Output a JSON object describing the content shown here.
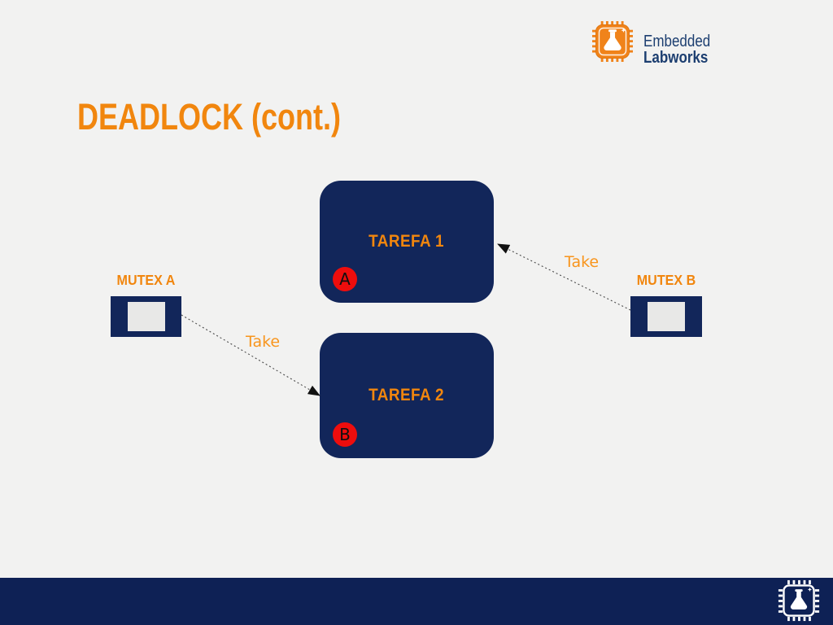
{
  "slide": {
    "title": "DEADLOCK (cont.)",
    "colors": {
      "bg": "#f2f2f1",
      "navy": "#12265a",
      "navy-footer": "#0e2155",
      "orange": "#f1860e",
      "orange-take": "#f8951d",
      "logo-navy": "#1c3e70",
      "logo-orange": "#f0831a",
      "red": "#ee0d0d",
      "mutex-inner": "#e8e8e7",
      "line": "#4a4a4a"
    }
  },
  "logo": {
    "line1": "Embedded",
    "line2": "Labworks"
  },
  "diagram": {
    "tasks": [
      {
        "label": "TAREFA 1",
        "badge": "A"
      },
      {
        "label": "TAREFA 2",
        "badge": "B"
      }
    ],
    "mutexes": [
      {
        "label": "MUTEX A"
      },
      {
        "label": "MUTEX B"
      }
    ],
    "edges": [
      {
        "label": "Take",
        "from": "MUTEX B",
        "to": "TAREFA 1"
      },
      {
        "label": "Take",
        "from": "MUTEX A",
        "to": "TAREFA 2"
      }
    ]
  }
}
